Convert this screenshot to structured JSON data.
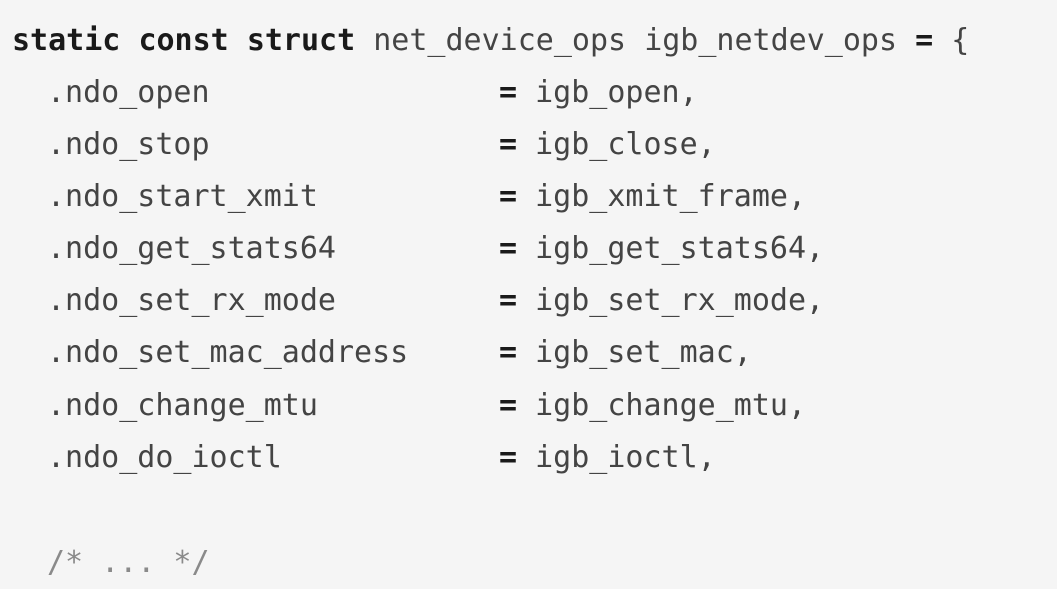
{
  "code": {
    "header": {
      "keyword_static": "static",
      "keyword_const": "const",
      "keyword_struct": "struct",
      "type_name": "net_device_ops",
      "var_name": "igb_netdev_ops",
      "assign_op": "=",
      "open_brace": "{"
    },
    "fields": [
      {
        "name": ".ndo_open",
        "op": "=",
        "value": "igb_open,"
      },
      {
        "name": ".ndo_stop",
        "op": "=",
        "value": "igb_close,"
      },
      {
        "name": ".ndo_start_xmit",
        "op": "=",
        "value": "igb_xmit_frame,"
      },
      {
        "name": ".ndo_get_stats64",
        "op": "=",
        "value": "igb_get_stats64,"
      },
      {
        "name": ".ndo_set_rx_mode",
        "op": "=",
        "value": "igb_set_rx_mode,"
      },
      {
        "name": ".ndo_set_mac_address",
        "op": "=",
        "value": "igb_set_mac,"
      },
      {
        "name": ".ndo_change_mtu",
        "op": "=",
        "value": "igb_change_mtu,"
      },
      {
        "name": ".ndo_do_ioctl",
        "op": "=",
        "value": "igb_ioctl,"
      }
    ],
    "comment": "/* ... */"
  }
}
